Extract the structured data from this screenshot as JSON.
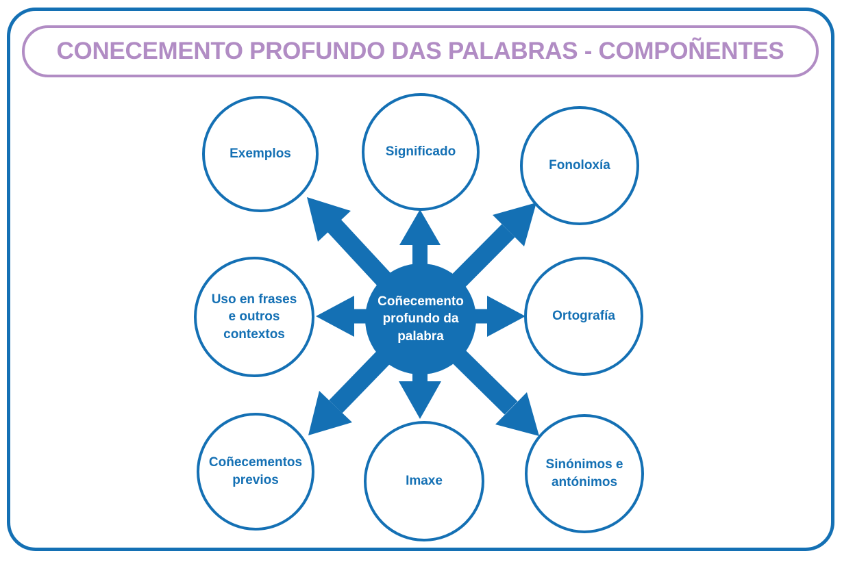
{
  "title": "CONECEMENTO PROFUNDO DAS PALABRAS - COMPOÑENTES",
  "center": {
    "label": "Coñecemento\nprofundo da\npalabra"
  },
  "nodes": [
    {
      "id": "exemplos",
      "label": "Exemplos"
    },
    {
      "id": "significado",
      "label": "Significado"
    },
    {
      "id": "fonoloxia",
      "label": "Fonoloxía"
    },
    {
      "id": "uso-en-frases",
      "label": "Uso en frases\ne outros\ncontextos"
    },
    {
      "id": "ortografia",
      "label": "Ortografía"
    },
    {
      "id": "conecementos-previos",
      "label": "Coñecementos\nprevios"
    },
    {
      "id": "imaxe",
      "label": "Imaxe"
    },
    {
      "id": "sinonimos-antonimos",
      "label": "Sinónimos e\nantónimos"
    }
  ],
  "colors": {
    "blue": "#1470b4",
    "purple": "#b18cc4",
    "background": "#ffffff"
  }
}
